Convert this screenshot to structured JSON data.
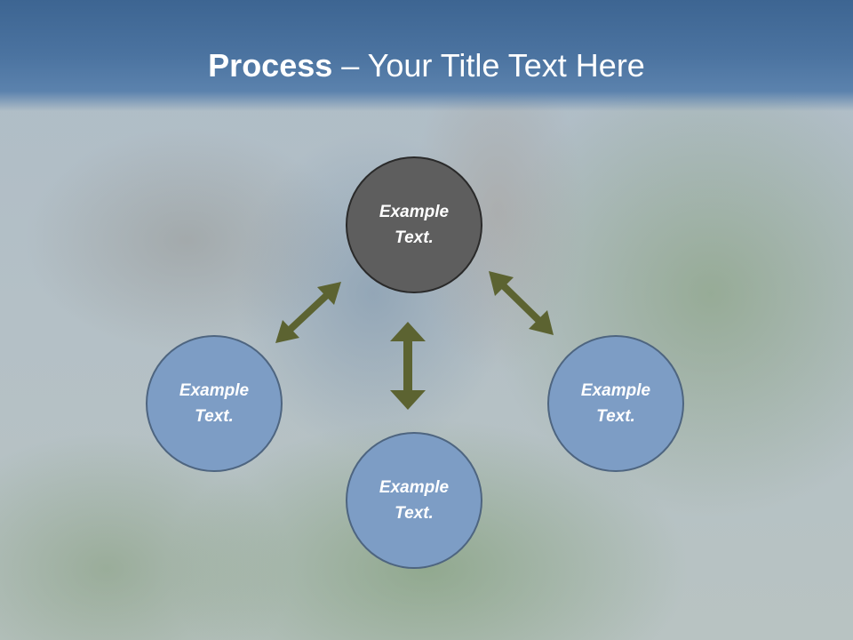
{
  "slide": {
    "title_bold": "Process",
    "title_rest": " – Your Title Text Here"
  },
  "diagram": {
    "center": {
      "line1": "Example",
      "line2": "Text."
    },
    "left": {
      "line1": "Example",
      "line2": "Text."
    },
    "right": {
      "line1": "Example",
      "line2": "Text."
    },
    "bottom": {
      "line1": "Example",
      "line2": "Text."
    }
  },
  "colors": {
    "title_bar": "#4b73a0",
    "center_circle": "#5e5e5e",
    "outer_circles": "#7d9dc5",
    "arrows": "#5c6331"
  },
  "icons": [
    "double-arrow-icon"
  ]
}
